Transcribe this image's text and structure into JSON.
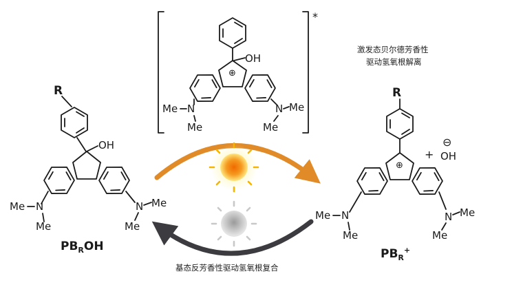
{
  "labels": {
    "r_left": "R",
    "r_right": "R",
    "oh_left": "OH",
    "oh_excited": "OH",
    "oh_ion": "OH",
    "plus_sign": "+",
    "minus_charge": "⊖",
    "plus_charge_bracket": "⊕",
    "plus_charge_right": "⊕",
    "excited_star": "*",
    "nme2": {
      "me_top": "Me",
      "n": "N",
      "me_bottom": "Me"
    }
  },
  "compound_left": {
    "main": "PB",
    "sub": "R",
    "tail": "OH"
  },
  "compound_right": {
    "main": "PB",
    "sub": "R",
    "sup": "+"
  },
  "annotations": {
    "top_right_line1": "激发态贝尔德芳香性",
    "top_right_line2": "驱动氢氧根解离",
    "bottom": "基态反芳香性驱动氢氧根复合"
  },
  "colors": {
    "forward_arrow": "#e08a28",
    "reverse_arrow": "#3b3b40",
    "sun_core": "#f07a10",
    "sun_glow": "#ffe680",
    "sun_rays": "#f5b400",
    "dark_core": "#bdbdbd",
    "dark_rays": "#c8c8c8"
  },
  "icons": [
    "sun-lit-icon",
    "sun-dim-icon"
  ]
}
